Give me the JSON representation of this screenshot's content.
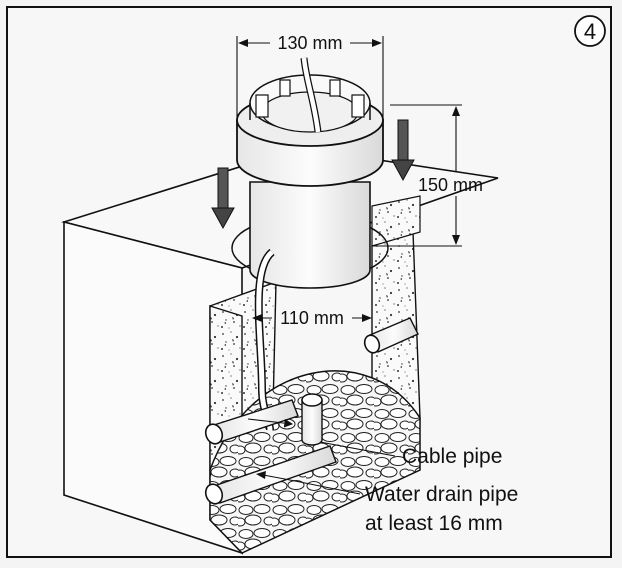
{
  "step_number": "4",
  "dimensions": {
    "top_diameter": "130 mm",
    "height": "150 mm",
    "inner_diameter": "110 mm"
  },
  "callouts": {
    "cable_pipe": "Cable pipe",
    "drain_line1": "Water drain pipe",
    "drain_line2": "at least 16 mm"
  }
}
